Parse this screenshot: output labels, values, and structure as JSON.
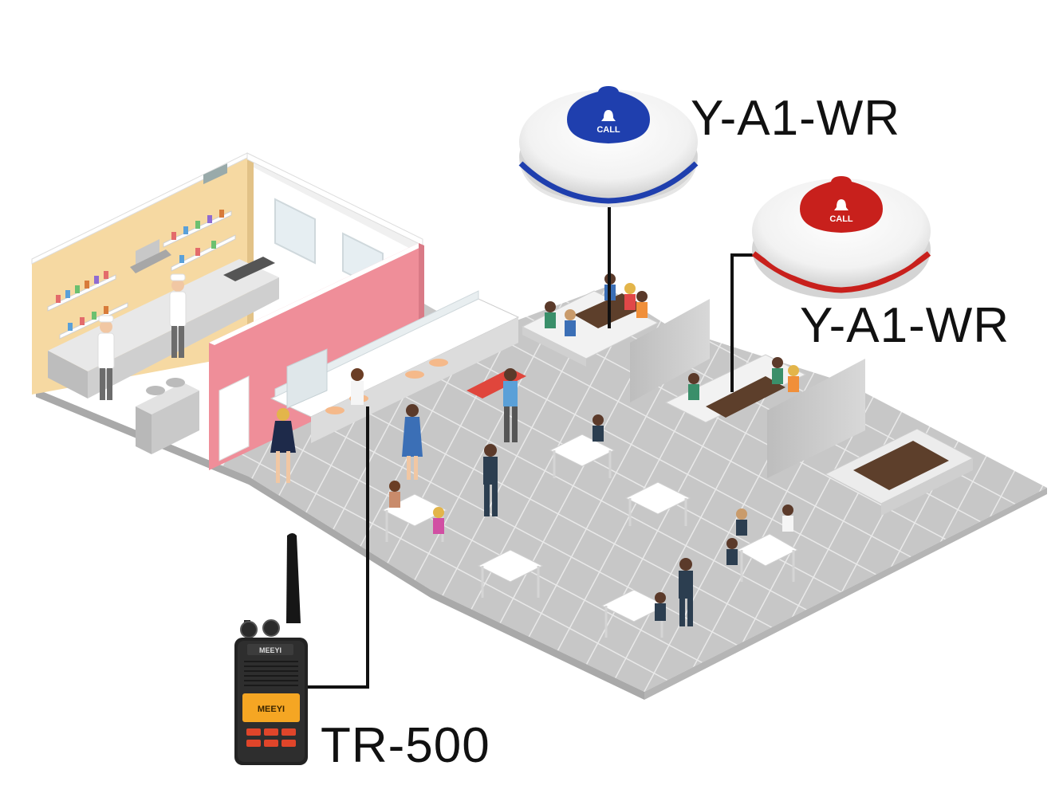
{
  "devices": {
    "call_button_blue": {
      "model": "Y-A1-WR",
      "button_text": "CALL",
      "accent": "#1f3fae"
    },
    "call_button_red": {
      "model": "Y-A1-WR",
      "button_text": "CALL",
      "accent": "#c8201c"
    },
    "radio": {
      "model": "TR-500",
      "brand": "MEEYI",
      "screen_color": "#f5a623",
      "key_color": "#e0452a"
    }
  },
  "colors": {
    "floor": "#c9c9c9",
    "kitchen_wall": "#f7dca3",
    "pink_wall": "#ef8f9a",
    "connector": "#111111"
  }
}
